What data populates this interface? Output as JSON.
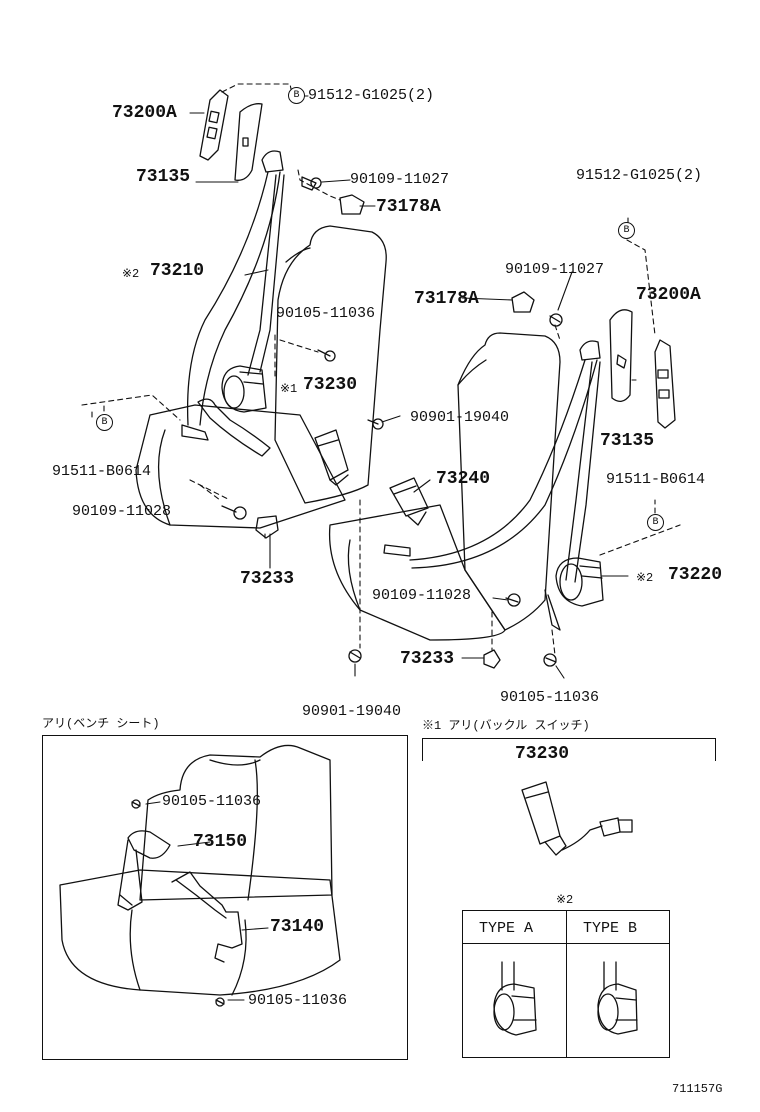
{
  "labels": {
    "p73200a_l": "73200A",
    "p91512_l": "91512-G1025(2)",
    "p73135_l": "73135",
    "p90109_11027_l": "90109-11027",
    "p73178a_l": "73178A",
    "note2_l": "※2",
    "p73210": "73210",
    "p90105_11036_l": "90105-11036",
    "note1_l": "※1",
    "p73230_l": "73230",
    "p90901_19040_r": "90901-19040",
    "p91511_l": "91511-B0614",
    "p90109_11028_l": "90109-11028",
    "p73233_l": "73233",
    "p91512_r": "91512-G1025(2)",
    "p90109_11027_r": "90109-11027",
    "p73178a_r": "73178A",
    "p73200a_r": "73200A",
    "p73135_r": "73135",
    "p73240": "73240",
    "p91511_r": "91511-B0614",
    "note2_r": "※2",
    "p73220": "73220",
    "p90109_11028_r": "90109-11028",
    "p73233_r": "73233",
    "p90105_11036_r": "90105-11036",
    "p90901_19040_b": "90901-19040"
  },
  "circle_b": "B",
  "bench_panel": {
    "title": "アリ(ベンチ シート)",
    "p90105_top": "90105-11036",
    "p73150": "73150",
    "p73140": "73140",
    "p90105_bottom": "90105-11036"
  },
  "buckle_switch_panel": {
    "title": "※1 アリ(バックル スイッチ)",
    "part": "73230"
  },
  "type_table": {
    "note": "※2",
    "col_a": "TYPE A",
    "col_b": "TYPE B"
  },
  "figure_code": "711157G"
}
